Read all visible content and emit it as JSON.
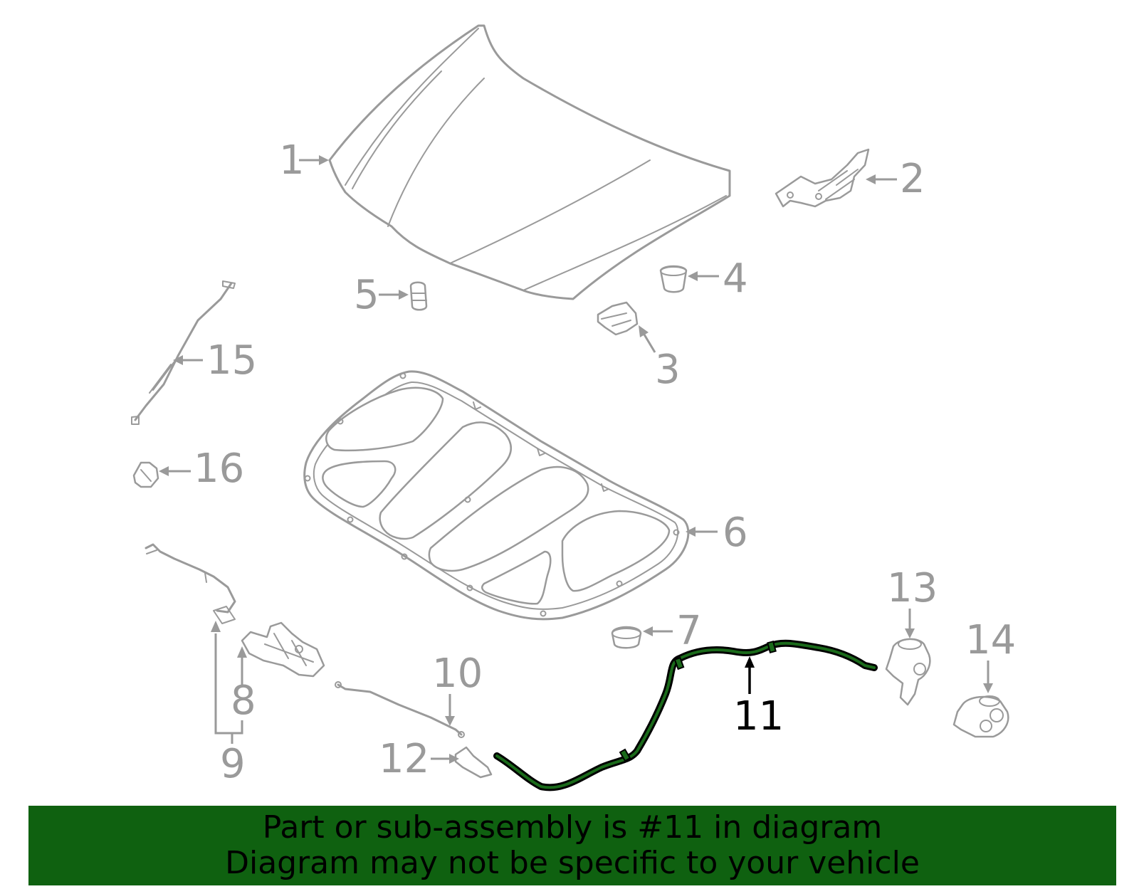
{
  "callouts": {
    "c1": "1",
    "c2": "2",
    "c3": "3",
    "c4": "4",
    "c5": "5",
    "c6": "6",
    "c7": "7",
    "c8": "8",
    "c9": "9",
    "c10": "10",
    "c11": "11",
    "c12": "12",
    "c13": "13",
    "c14": "14",
    "c15": "15",
    "c16": "16"
  },
  "highlighted_part": "11",
  "banner": {
    "line1": "Part or sub-assembly is #11 in diagram",
    "line2": "Diagram may not be specific to your vehicle"
  },
  "colors": {
    "part_outline": "#9a9a9a",
    "highlight_label": "#000000",
    "highlight_cable": "#1a6a1a",
    "banner_background": "#0f6110",
    "banner_text": "#000000"
  }
}
